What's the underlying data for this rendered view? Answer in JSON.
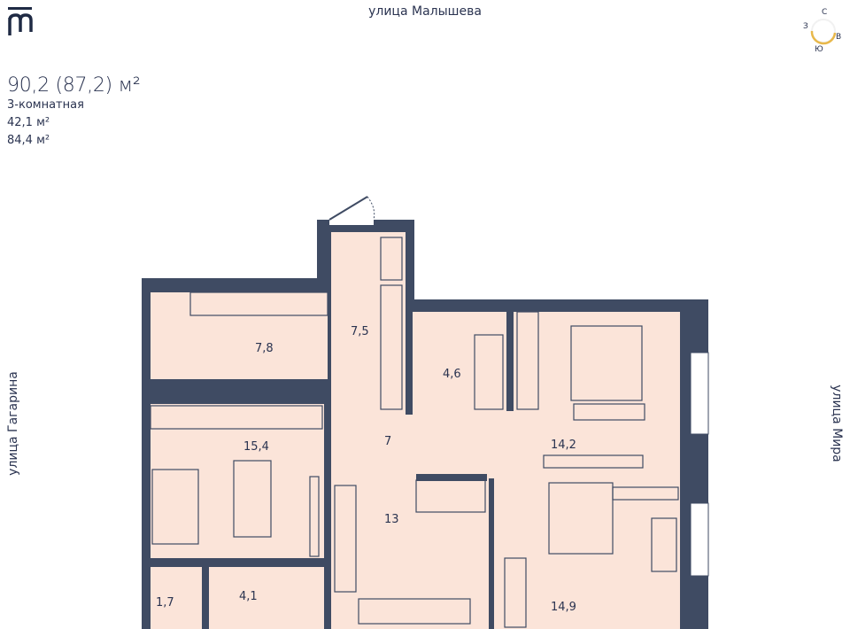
{
  "header": {
    "total_area": "90,2 (87,2) м²",
    "room_type": "3-комнатная",
    "living_area": "42,1 м²",
    "area_2": "84,4 м²"
  },
  "streets": {
    "top": "улица Малышева",
    "left": "улица Гагарина",
    "right": "улица Мира"
  },
  "compass": {
    "north": "С",
    "east": "В",
    "south": "Ю",
    "west": "З"
  },
  "rooms": [
    {
      "name": "bathroom",
      "area": "7,8"
    },
    {
      "name": "corridor",
      "area": "7,5"
    },
    {
      "name": "wc",
      "area": "4,6"
    },
    {
      "name": "bedroom-1",
      "area": "14,2"
    },
    {
      "name": "hall",
      "area": "7"
    },
    {
      "name": "kitchen-living",
      "area": "15,4"
    },
    {
      "name": "room",
      "area": "13"
    },
    {
      "name": "bedroom-2",
      "area": "14,9"
    },
    {
      "name": "balcony",
      "area": "4,1"
    },
    {
      "name": "storage",
      "area": "1,7"
    }
  ],
  "colors": {
    "wall": "#3f4b63",
    "floor": "#fbe4d9",
    "accent": "#e8b84a"
  }
}
